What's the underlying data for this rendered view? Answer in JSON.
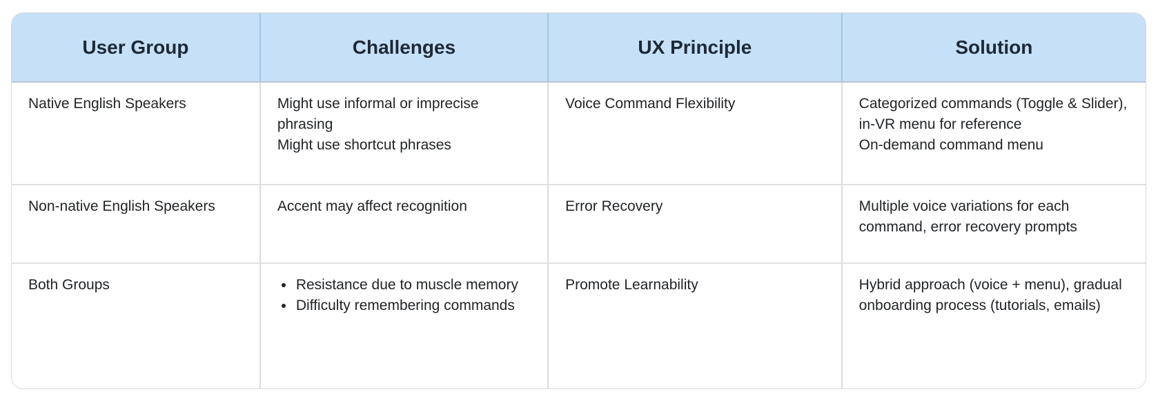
{
  "table": {
    "columns": [
      {
        "id": "user-group",
        "label": "User Group"
      },
      {
        "id": "challenges",
        "label": "Challenges"
      },
      {
        "id": "ux-principle",
        "label": "UX Principle"
      },
      {
        "id": "solution",
        "label": "Solution"
      }
    ],
    "rows": [
      {
        "cells": [
          {
            "type": "text",
            "text": "Native English Speakers"
          },
          {
            "type": "lines",
            "lines": [
              "Might use informal or imprecise phrasing",
              "Might use shortcut phrases"
            ]
          },
          {
            "type": "text",
            "text": "Voice Command Flexibility"
          },
          {
            "type": "lines",
            "lines": [
              "Categorized commands (Toggle & Slider), in-VR menu for reference",
              "On-demand command menu"
            ]
          }
        ]
      },
      {
        "cells": [
          {
            "type": "text",
            "text": "Non-native English Speakers"
          },
          {
            "type": "text",
            "text": "Accent may affect recognition"
          },
          {
            "type": "text",
            "text": "Error Recovery"
          },
          {
            "type": "text",
            "text": "Multiple voice variations for each command, error recovery prompts"
          }
        ]
      },
      {
        "cells": [
          {
            "type": "text",
            "text": "Both Groups"
          },
          {
            "type": "bullets",
            "items": [
              "Resistance due to muscle memory",
              "Difficulty remembering commands"
            ]
          },
          {
            "type": "text",
            "text": "Promote Learnability"
          },
          {
            "type": "text",
            "text": "Hybrid approach (voice + menu), gradual onboarding process (tutorials, emails)"
          }
        ]
      }
    ]
  },
  "colors": {
    "header_bg": "#c6e0f7",
    "header_text": "#1d2936",
    "header_divider": "#a5c4e0",
    "header_bottom_divider": "#b7c6d4",
    "body_text": "#212427",
    "body_divider": "#dcdcdc",
    "row_divider": "#e0e0e0",
    "outer_border": "#d5d8db",
    "page_bg": "#ffffff"
  }
}
